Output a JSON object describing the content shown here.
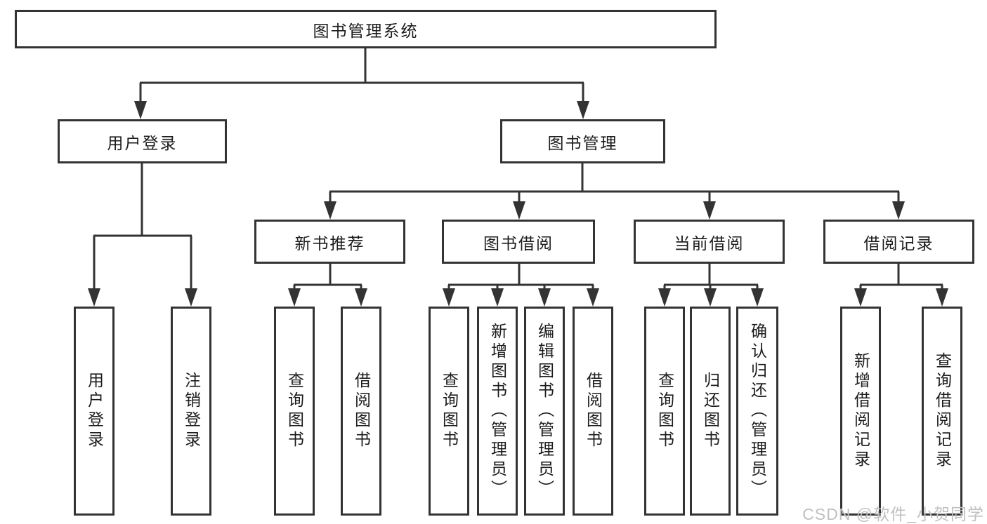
{
  "diagram": {
    "title": "图书管理系统",
    "root": {
      "label": "图书管理系统"
    },
    "level2": [
      {
        "id": "user-login",
        "label": "用户登录"
      },
      {
        "id": "book-mgmt",
        "label": "图书管理"
      }
    ],
    "level3": [
      {
        "id": "new-book",
        "label": "新书推荐",
        "parent": "图书管理"
      },
      {
        "id": "book-borrow",
        "label": "图书借阅",
        "parent": "图书管理"
      },
      {
        "id": "current-borrow",
        "label": "当前借阅",
        "parent": "图书管理"
      },
      {
        "id": "borrow-record",
        "label": "借阅记录",
        "parent": "图书管理"
      }
    ],
    "leaves": [
      {
        "label": "用户登录",
        "parent": "用户登录"
      },
      {
        "label": "注销登录",
        "parent": "用户登录"
      },
      {
        "label": "查询图书",
        "parent": "新书推荐"
      },
      {
        "label": "借阅图书",
        "parent": "新书推荐"
      },
      {
        "label": "查询图书",
        "parent": "图书借阅"
      },
      {
        "label": "新增图书（管理员）",
        "parent": "图书借阅"
      },
      {
        "label": "编辑图书（管理员）",
        "parent": "图书借阅"
      },
      {
        "label": "借阅图书",
        "parent": "图书借阅"
      },
      {
        "label": "查询图书",
        "parent": "当前借阅"
      },
      {
        "label": "归还图书",
        "parent": "当前借阅"
      },
      {
        "label": "确认归还（管理员）",
        "parent": "当前借阅"
      },
      {
        "label": "新增借阅记录",
        "parent": "借阅记录"
      },
      {
        "label": "查询借阅记录",
        "parent": "借阅记录"
      }
    ]
  },
  "watermark": {
    "text": "CSDN @软件_小贺同学"
  },
  "colors": {
    "line": "#333333",
    "text": "#1c1c1c",
    "background": "#ffffff",
    "watermark": "#c3bfbf"
  }
}
